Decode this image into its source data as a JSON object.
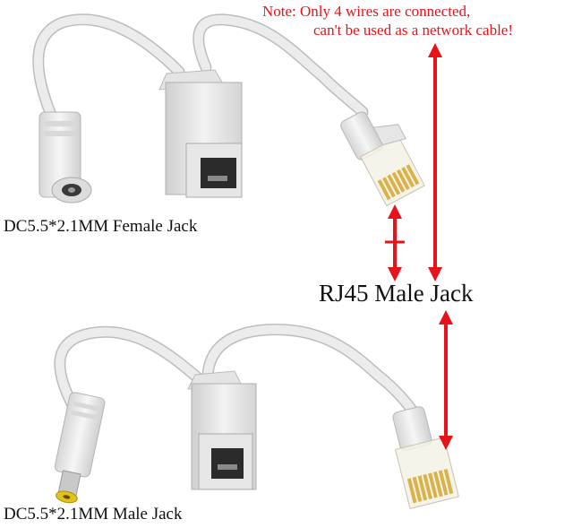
{
  "annotations": {
    "note_line1": "Note: Only 4 wires are connected,",
    "note_line2": "can't be used as a network cable!",
    "female_jack_label": "DC5.5*2.1MM Female Jack",
    "rj45_label": "RJ45 Male Jack",
    "male_jack_label": "DC5.5*2.1MM Male Jack"
  },
  "colors": {
    "arrow": "#e8121a",
    "cable": "#e9e9e9",
    "cable_edge": "#bdbdbd",
    "gold_contacts": "#d9b24a",
    "dc_tip": "#e2c21a"
  }
}
